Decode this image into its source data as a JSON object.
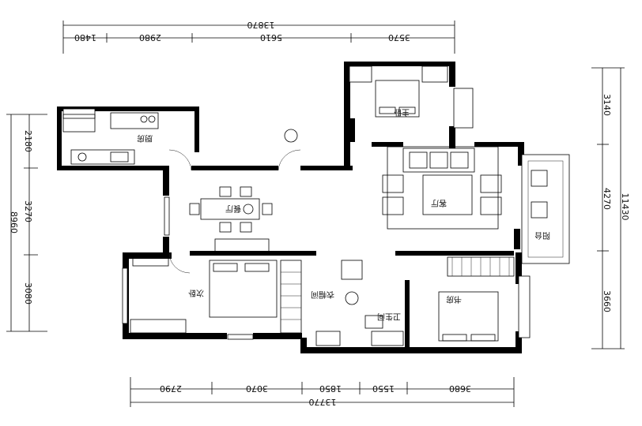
{
  "dimensions": {
    "top_total": "13870",
    "top": [
      "1480",
      "2980",
      "5610",
      "3570"
    ],
    "bottom_total": "13770",
    "bottom": [
      "2790",
      "3070",
      "1850",
      "1550",
      "3680"
    ],
    "left_total": "8960",
    "left": [
      "2180",
      "3270",
      "3080"
    ],
    "right_total": "11430",
    "right": [
      "3140",
      "4270",
      "3660"
    ]
  },
  "rooms": {
    "master_bedroom": "主卧",
    "second_bedroom": "次卧",
    "kitchen": "厨房",
    "dining": "餐厅",
    "living": "客厅",
    "balcony": "阳台",
    "study": "书房",
    "bathroom": "卫生间",
    "wardrobe": "衣帽间"
  }
}
